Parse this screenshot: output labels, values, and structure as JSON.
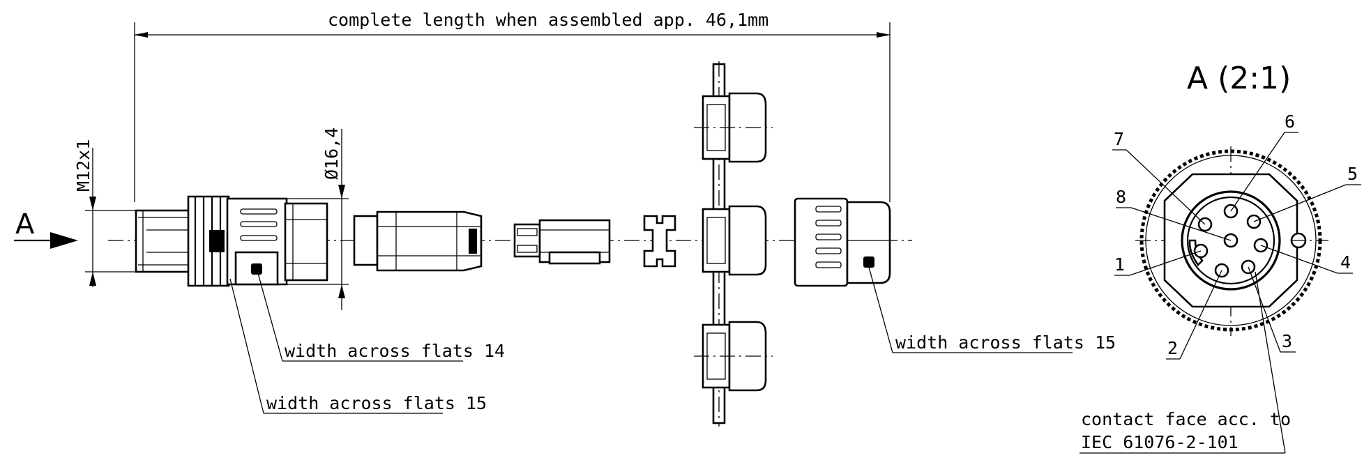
{
  "labels": {
    "overall_length": "complete length when assembled app. 46,1mm",
    "thread": "M12x1",
    "diameter": "Ø16,4",
    "view_arrow": "A",
    "detail_title": "A (2:1)",
    "wrench_14": "width across flats 14",
    "wrench_15_left": "width across flats 15",
    "wrench_15_right": "width across flats 15",
    "contact_face_line1": "contact face acc. to",
    "contact_face_line2": "IEC 61076-2-101"
  },
  "pins": [
    "1",
    "2",
    "3",
    "4",
    "5",
    "6",
    "7",
    "8"
  ]
}
